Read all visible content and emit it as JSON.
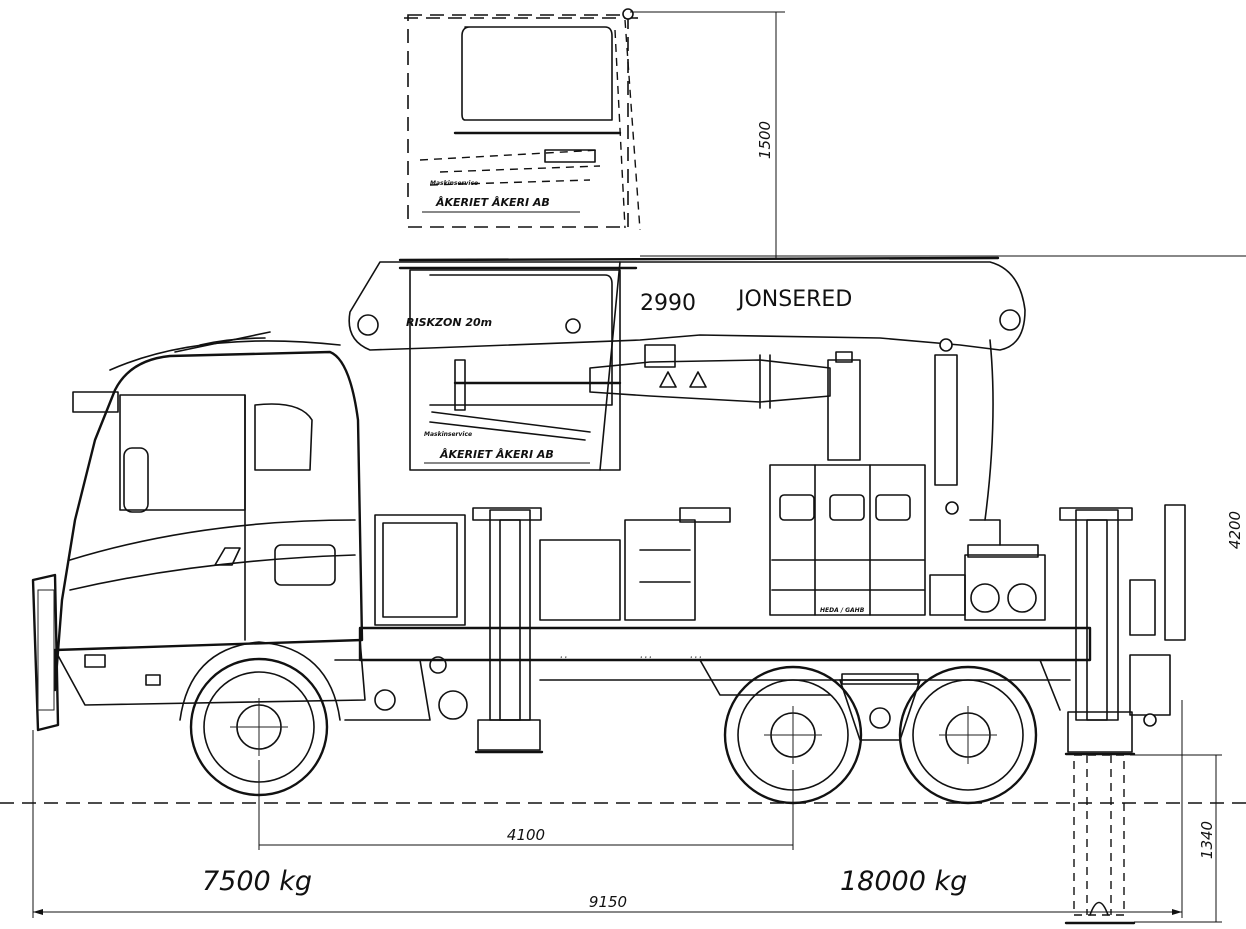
{
  "dimensions": {
    "basket_height": "1500",
    "total_height": "4200",
    "wheelbase": "4100",
    "outrigger_depth": "1340",
    "overall_length": "9150"
  },
  "axle_loads": {
    "front": "7500 kg",
    "rear": "18000 kg"
  },
  "crane": {
    "model": "2990",
    "brand": "JONSERED",
    "zone_label": "RISKZON 20m"
  },
  "basket": {
    "company": "ÅKERIET ÅKERI AB",
    "small_text": "Maskinservice"
  },
  "tank": {
    "small_text": "HEDA / GAHB"
  }
}
